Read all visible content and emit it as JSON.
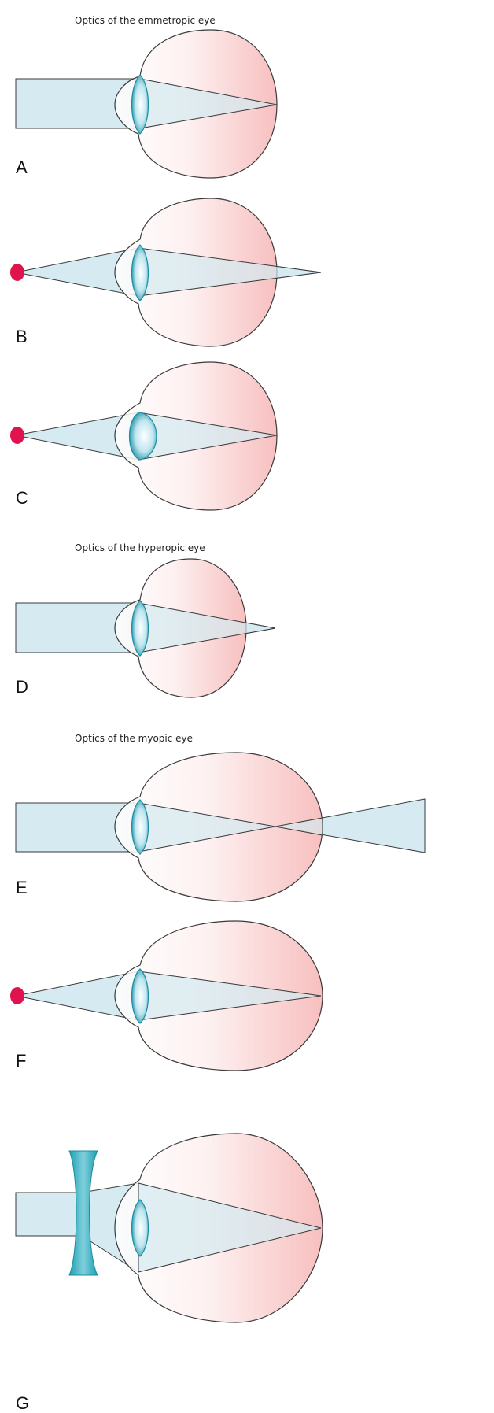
{
  "headings": {
    "emmetropic": "Optics of the emmetropic eye",
    "hyperopic": "Optics of the hyperopic eye",
    "myopic": "Optics of the myopic eye"
  },
  "panels": {
    "A": "A",
    "B": "B",
    "C": "C",
    "D": "D",
    "E": "E",
    "F": "F",
    "G": "G"
  },
  "colors": {
    "beam": "#d6ebf1",
    "lens": "#1a8fa3",
    "globe_tint": "#f6b9b9",
    "point_source": "#e0134f",
    "concave_lens": "#23a6b7",
    "outline": "#3a3a3a"
  }
}
